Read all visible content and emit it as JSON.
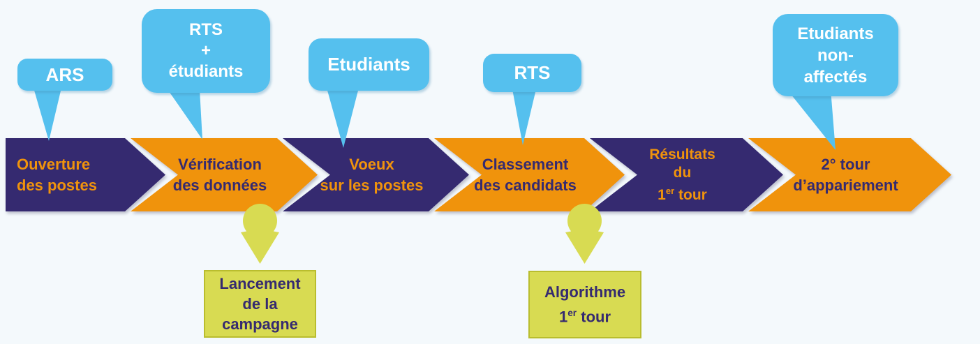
{
  "colors": {
    "background": "#f4f9fc",
    "navy": "#352a70",
    "orange": "#f0930c",
    "callout_blue": "#55c0ee",
    "accent_green": "#d8db52",
    "accent_green_border": "#b9bd2e",
    "white_text": "#ffffff"
  },
  "flow_steps": [
    {
      "line1": "Ouverture",
      "line2": "des postes"
    },
    {
      "line1": "Vérification",
      "line2": "des données"
    },
    {
      "line1": "Voeux",
      "line2": "sur les postes"
    },
    {
      "line1": "Classement",
      "line2": "des candidats"
    },
    {
      "line1": "Résultats",
      "line2": "du",
      "line3_base": "1",
      "line3_sup": "er",
      "line3_rest": " tour"
    },
    {
      "line1": "2° tour",
      "line2": "d’appariement"
    }
  ],
  "callouts": [
    {
      "label": "ARS"
    },
    {
      "line1": "RTS",
      "line2": "+",
      "line3": "étudiants"
    },
    {
      "label": "Etudiants"
    },
    {
      "label": "RTS"
    },
    {
      "line1": "Etudiants",
      "line2": "non-",
      "line3": "affectés"
    }
  ],
  "milestones": [
    {
      "line1": "Lancement",
      "line2": "de la",
      "line3": "campagne"
    },
    {
      "line1": "Algorithme",
      "line2_base": "1",
      "line2_sup": "er",
      "line2_rest": " tour"
    }
  ]
}
